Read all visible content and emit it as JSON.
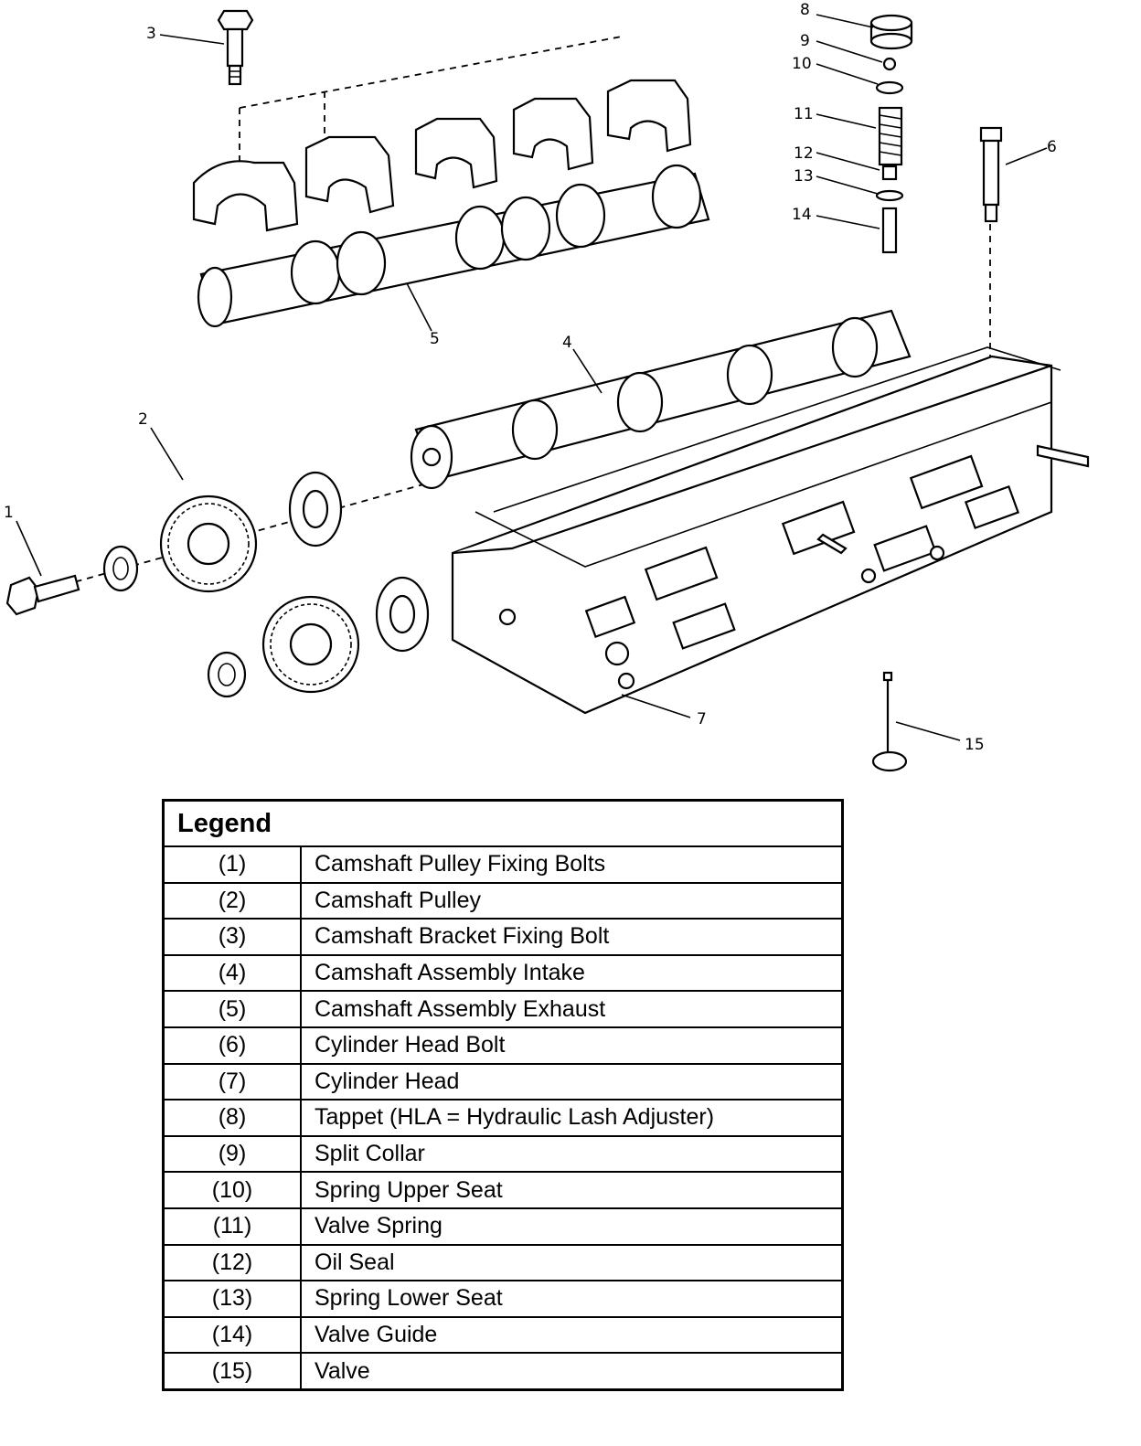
{
  "callouts": [
    "1",
    "2",
    "3",
    "4",
    "5",
    "6",
    "7",
    "8",
    "9",
    "10",
    "11",
    "12",
    "13",
    "14",
    "15"
  ],
  "legend": {
    "title": "Legend",
    "rows": [
      {
        "num": "(1)",
        "desc": "Camshaft Pulley Fixing Bolts"
      },
      {
        "num": "(2)",
        "desc": "Camshaft Pulley"
      },
      {
        "num": "(3)",
        "desc": "Camshaft Bracket Fixing Bolt"
      },
      {
        "num": "(4)",
        "desc": "Camshaft Assembly Intake"
      },
      {
        "num": "(5)",
        "desc": "Camshaft Assembly Exhaust"
      },
      {
        "num": "(6)",
        "desc": "Cylinder Head Bolt"
      },
      {
        "num": "(7)",
        "desc": "Cylinder Head"
      },
      {
        "num": "(8)",
        "desc": "Tappet (HLA = Hydraulic Lash Adjuster)"
      },
      {
        "num": "(9)",
        "desc": "Split Collar"
      },
      {
        "num": "(10)",
        "desc": "Spring Upper Seat"
      },
      {
        "num": "(11)",
        "desc": "Valve Spring"
      },
      {
        "num": "(12)",
        "desc": "Oil Seal"
      },
      {
        "num": "(13)",
        "desc": "Spring Lower Seat"
      },
      {
        "num": "(14)",
        "desc": "Valve Guide"
      },
      {
        "num": "(15)",
        "desc": "Valve"
      }
    ]
  }
}
